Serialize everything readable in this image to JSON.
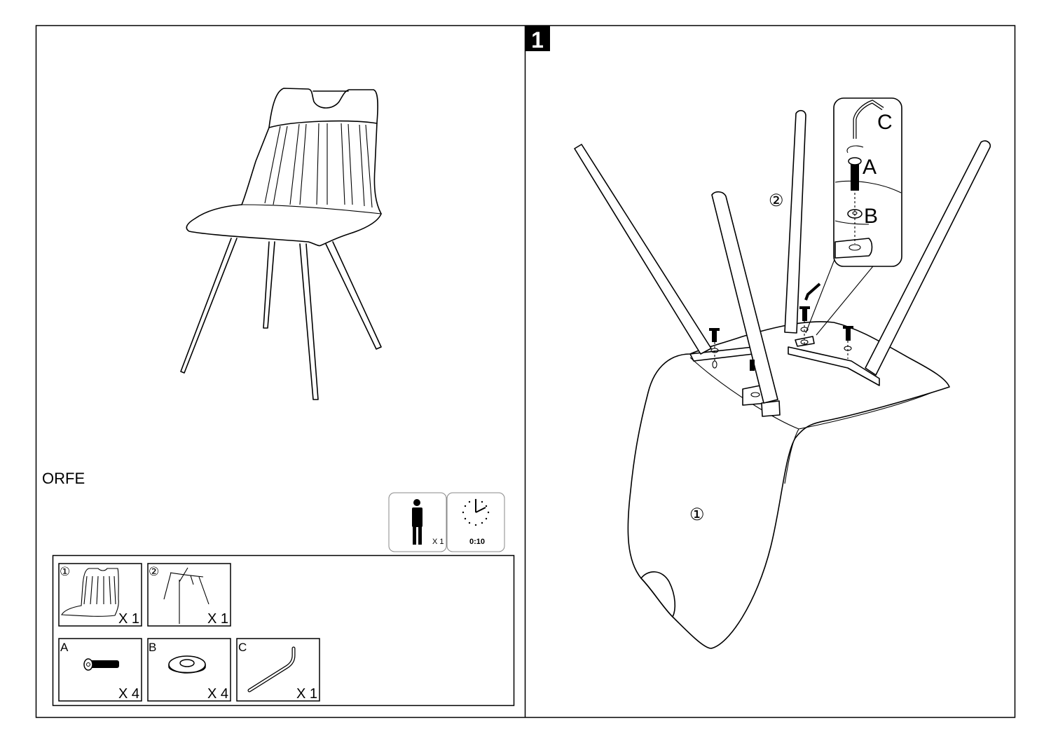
{
  "product_name": "ORFE",
  "step_number": "1",
  "requirements": {
    "persons_qty": "X 1",
    "time": "0:10"
  },
  "parts": [
    {
      "id": "①",
      "qty": "X 1"
    },
    {
      "id": "②",
      "qty": "X 1"
    },
    {
      "id": "A",
      "qty": "X 4"
    },
    {
      "id": "B",
      "qty": "X 4"
    },
    {
      "id": "C",
      "qty": "X 1"
    }
  ],
  "diagram_labels": {
    "seat": "①",
    "legs": "②",
    "bolt": "A",
    "washer": "B",
    "key": "C"
  }
}
